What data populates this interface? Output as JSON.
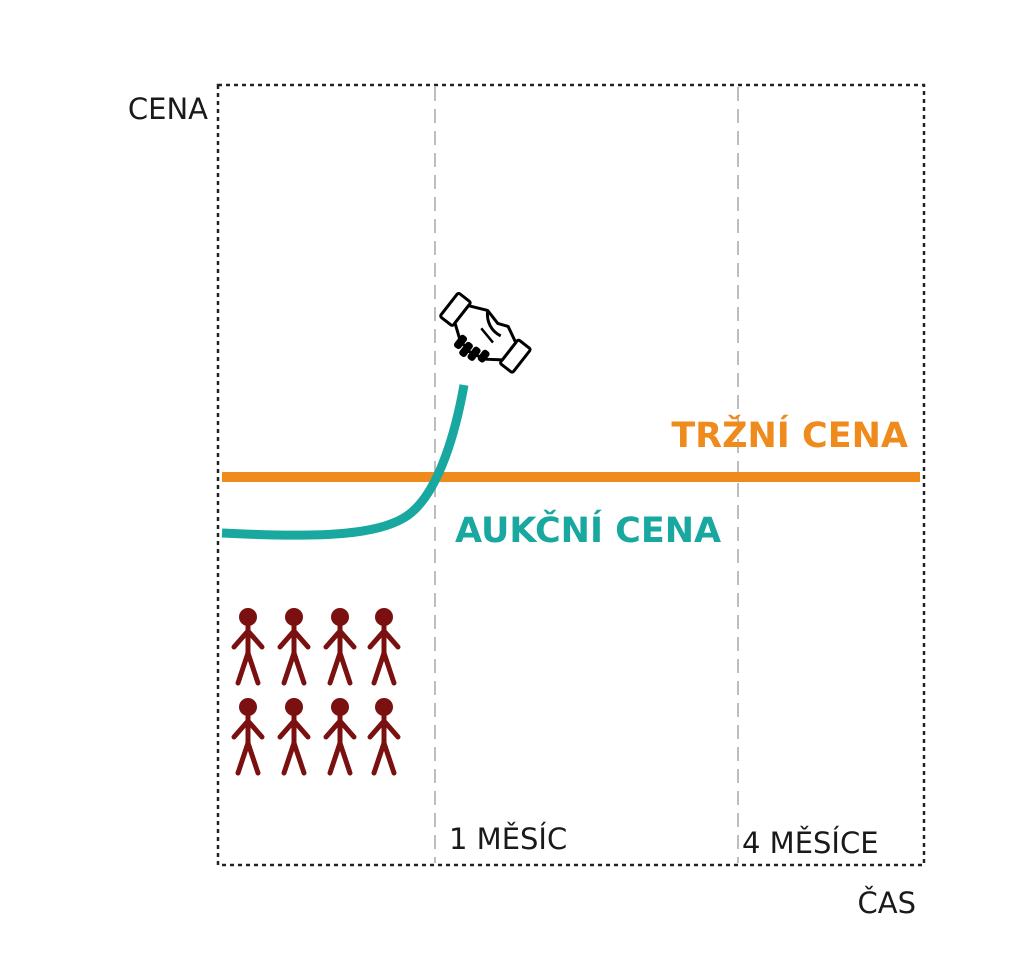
{
  "axes": {
    "y_label": "CENA",
    "x_label": "ČAS"
  },
  "time_marks": [
    {
      "label": "1 MĚSÍC"
    },
    {
      "label": "4 MĚSÍCE"
    }
  ],
  "lines": {
    "market_price": {
      "label": "TRŽNÍ CENA",
      "color": "#ef8a1c"
    },
    "auction_price": {
      "label": "AUKČNÍ CENA",
      "color": "#18a8a0"
    }
  },
  "icons": {
    "deal": "handshake-icon",
    "bidders": "person-icon",
    "bidder_count": 8,
    "bidder_color": "#7a1010"
  }
}
